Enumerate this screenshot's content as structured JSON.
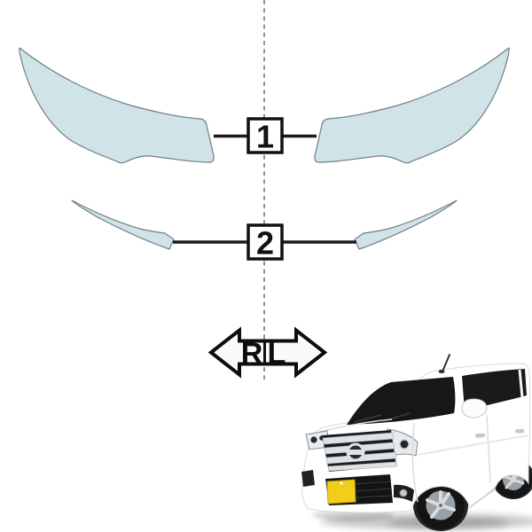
{
  "parts": [
    {
      "number": "1",
      "name": "headlight-film-pair"
    },
    {
      "number": "2",
      "name": "lower-accent-film-pair"
    }
  ],
  "direction": {
    "left": "R",
    "right": "L"
  },
  "colors": {
    "film_fill": "#cfe3e9",
    "film_stroke": "#6e7e84",
    "line_black": "#1a1a1a",
    "dashed_line": "#919191",
    "arrow_fill": "#fafafa",
    "arrow_stroke": "#0d0d0d",
    "car_body": "#ffffff",
    "plate_yellow": "#f2ce1b"
  }
}
